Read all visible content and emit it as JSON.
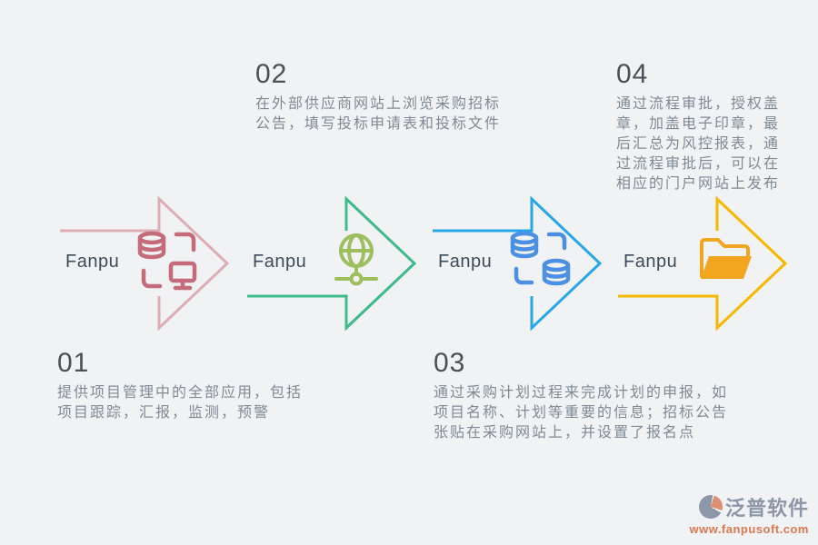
{
  "steps": [
    {
      "number": "01",
      "description": "提供项目管理中的全部应用，包括项目跟踪，汇报，监测，预警"
    },
    {
      "number": "02",
      "description": "在外部供应商网站上浏览采购招标公告，填写投标申请表和投标文件"
    },
    {
      "number": "03",
      "description": "通过采购计划过程来完成计划的申报，如项目名称、计划等重要的信息；招标公告张贴在采购网站上，并设置了报名点"
    },
    {
      "number": "04",
      "description": "通过流程审批，授权盖章，加盖电子印章，最后汇总为风控报表，通过流程审批后，可以在相应的门户网站上发布"
    }
  ],
  "arrows": [
    {
      "label": "Fanpu",
      "icon": "database-monitor-icon",
      "color": "#dcaeb4",
      "icon_color": "#c56b79"
    },
    {
      "label": "Fanpu",
      "icon": "globe-network-icon",
      "color": "#3eba8b",
      "icon_color": "#9dbf5e"
    },
    {
      "label": "Fanpu",
      "icon": "database-sync-icon",
      "color": "#27a7e8",
      "icon_color": "#4b90e2"
    },
    {
      "label": "Fanpu",
      "icon": "open-folder-icon",
      "color": "#f5b800",
      "icon_color": "#f2a51f"
    }
  ],
  "logo": {
    "name": "泛普软件",
    "url": "www.fanpusoft.com"
  },
  "background_color": "#f1f2f4"
}
